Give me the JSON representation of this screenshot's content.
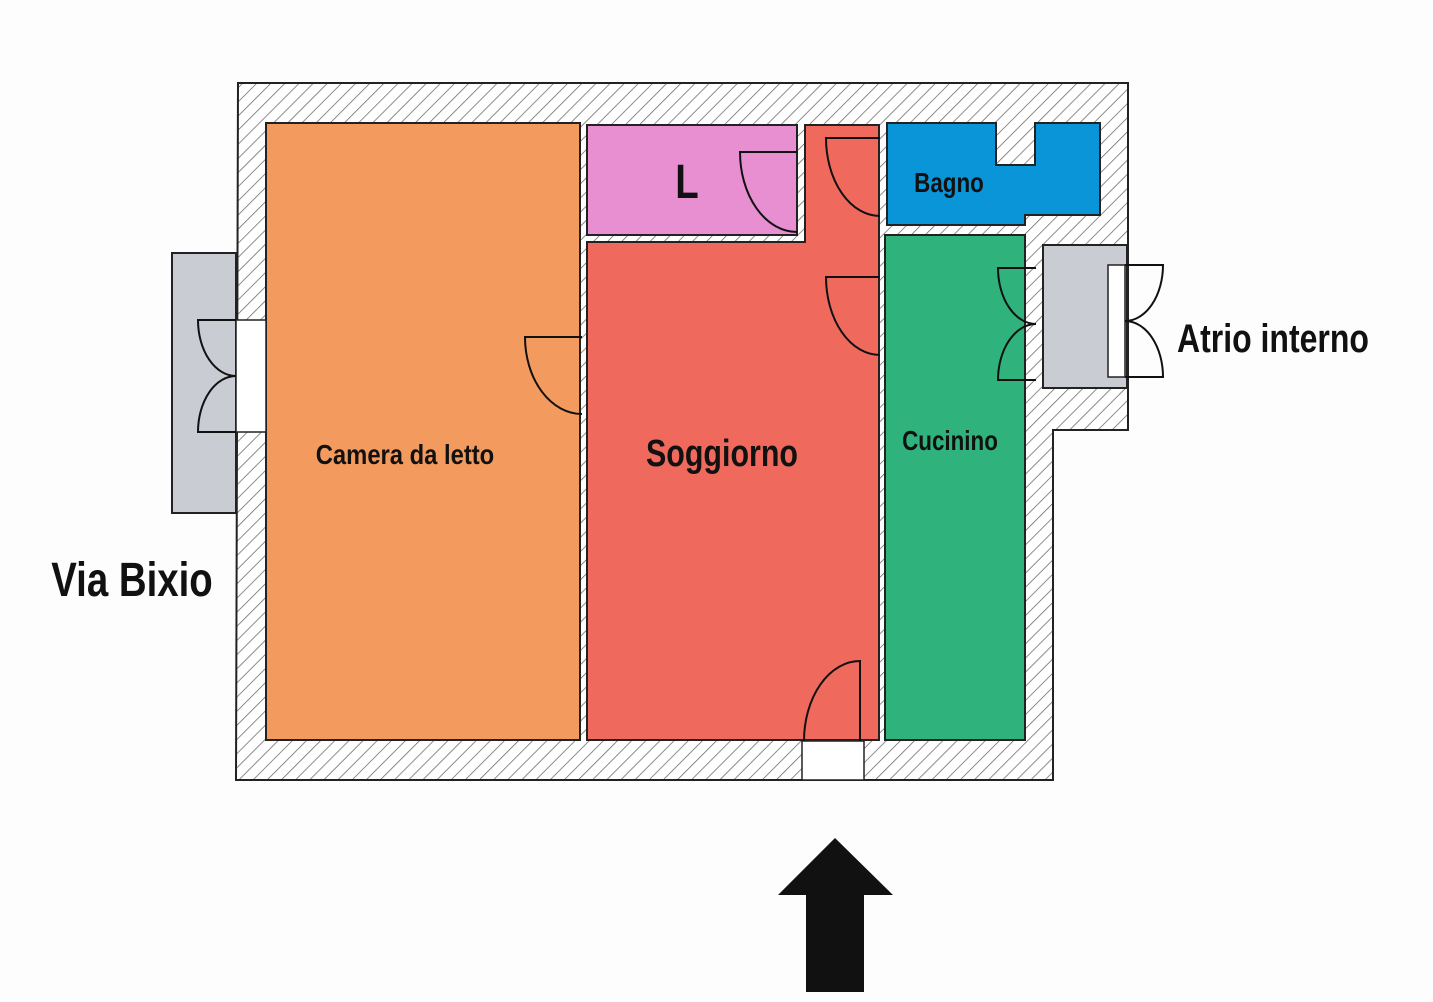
{
  "colors": {
    "camera": "#f39a5e",
    "soggiorno": "#ef6a5d",
    "lavanderia": "#e88fd2",
    "bagno": "#0a95d8",
    "cucinino": "#2fb27c",
    "balcony": "#c9ccd3",
    "arrow": "#111111"
  },
  "rooms": {
    "camera": "Camera da letto",
    "soggiorno": "Soggiorno",
    "lavanderia": "L",
    "bagno": "Bagno",
    "cucinino": "Cucinino"
  },
  "labels": {
    "street": "Via Bixio",
    "atrium": "Atrio interno"
  }
}
